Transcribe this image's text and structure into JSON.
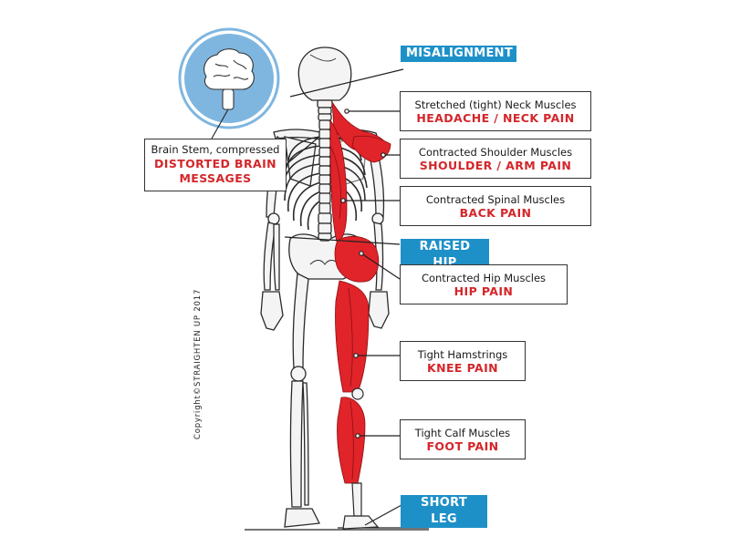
{
  "tags": {
    "misalignment": "MISALIGNMENT",
    "raised_hip": "RAISED HIP",
    "short_leg": "SHORT LEG"
  },
  "labels": {
    "neck": {
      "muscle": "Stretched (tight) Neck Muscles",
      "pain": "HEADACHE / NECK PAIN"
    },
    "shoulder": {
      "muscle": "Contracted Shoulder Muscles",
      "pain": "SHOULDER / ARM PAIN"
    },
    "spinal": {
      "muscle": "Contracted Spinal Muscles",
      "pain": "BACK PAIN"
    },
    "hip": {
      "muscle": "Contracted Hip Muscles",
      "pain": "HIP PAIN"
    },
    "hamstrings": {
      "muscle": "Tight Hamstrings",
      "pain": "KNEE PAIN"
    },
    "calf": {
      "muscle": "Tight Calf Muscles",
      "pain": "FOOT PAIN"
    },
    "brain_stem": {
      "muscle": "Brain Stem, compressed",
      "pain_line1": "DISTORTED BRAIN",
      "pain_line2": "MESSAGES"
    }
  },
  "copyright": "Copyright©STRAIGHTEN UP 2017",
  "icons": {
    "brain": "brain-icon"
  },
  "colors": {
    "tag_blue": "#1e90c8",
    "pain_red": "#d4262a",
    "muscle_red": "#e0242a",
    "circle_blue": "#7fb6e0"
  }
}
